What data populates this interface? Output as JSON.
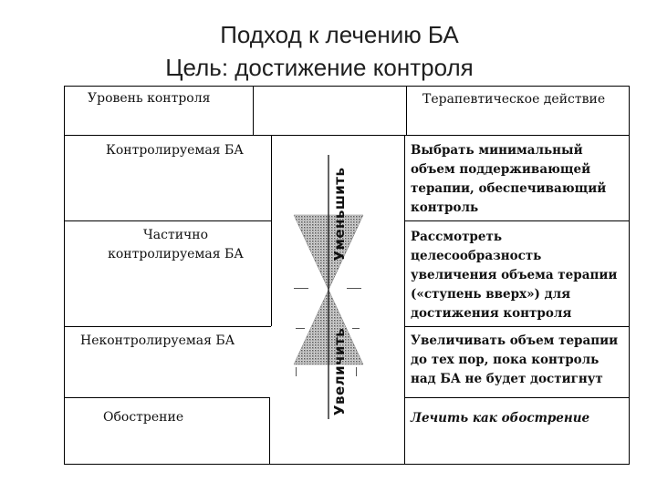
{
  "title": {
    "line1": "Подход к лечению БА",
    "line2": "Цель: достижение контроля"
  },
  "table": {
    "headers": {
      "level": "Уровень контроля",
      "action": "Терапевтическое действие"
    },
    "rows": [
      {
        "level": "Контролируемая БА",
        "action": "Выбрать минимальный объем поддерживающей терапии, обеспечивающий контроль"
      },
      {
        "level": "Частично контролируемая БА",
        "action": "Рассмотреть целесообразность увеличения объема терапии («ступень вверх») для достижения контроля"
      },
      {
        "level": "Неконтролируемая БА",
        "action": "Увеличивать объем терапии до тех пор, пока контроль над БА не будет достигнут"
      },
      {
        "level": "Обострение",
        "action": "Лечить как обострение"
      }
    ]
  },
  "arrow": {
    "decrease_label": "Уменьшить",
    "increase_label": "Увеличить"
  }
}
